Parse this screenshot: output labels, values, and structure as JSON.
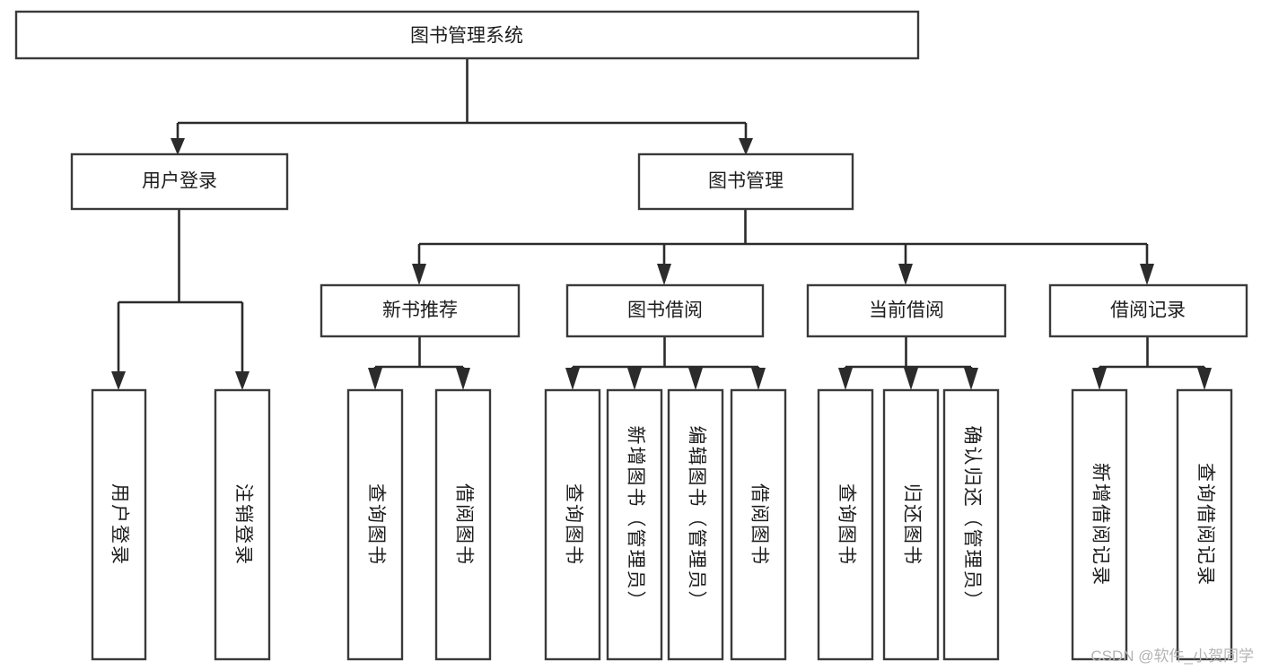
{
  "diagram": {
    "type": "hierarchy-tree",
    "title": "图书管理系统",
    "background_color": "#ffffff",
    "box_stroke_color": "#3a3a3a",
    "connector_color": "#2b2b2b",
    "text_color": "#1d1d1d",
    "levels": 4,
    "root": {
      "id": "root",
      "label": "图书管理系统",
      "orientation": "horizontal"
    },
    "level2": [
      {
        "id": "user-login",
        "label": "用户登录",
        "orientation": "horizontal"
      },
      {
        "id": "book-management",
        "label": "图书管理",
        "orientation": "horizontal"
      }
    ],
    "level3": [
      {
        "id": "new-book-recommend",
        "label": "新书推荐",
        "parent": "book-management",
        "orientation": "horizontal"
      },
      {
        "id": "book-borrow",
        "label": "图书借阅",
        "parent": "book-management",
        "orientation": "horizontal"
      },
      {
        "id": "current-borrow",
        "label": "当前借阅",
        "parent": "book-management",
        "orientation": "horizontal"
      },
      {
        "id": "borrow-record",
        "label": "借阅记录",
        "parent": "book-management",
        "orientation": "horizontal"
      }
    ],
    "leaves": [
      {
        "id": "leaf-user-login",
        "label": "用户登录",
        "parent": "user-login",
        "orientation": "vertical"
      },
      {
        "id": "leaf-logout",
        "label": "注销登录",
        "parent": "user-login",
        "orientation": "vertical"
      },
      {
        "id": "leaf-query-book-1",
        "label": "查询图书",
        "parent": "new-book-recommend",
        "orientation": "vertical"
      },
      {
        "id": "leaf-borrow-book-1",
        "label": "借阅图书",
        "parent": "new-book-recommend",
        "orientation": "vertical"
      },
      {
        "id": "leaf-query-book-2",
        "label": "查询图书",
        "parent": "book-borrow",
        "orientation": "vertical"
      },
      {
        "id": "leaf-add-book",
        "label": "新增图书（管理员）",
        "parent": "book-borrow",
        "orientation": "vertical"
      },
      {
        "id": "leaf-edit-book",
        "label": "编辑图书（管理员）",
        "parent": "book-borrow",
        "orientation": "vertical"
      },
      {
        "id": "leaf-borrow-book-2",
        "label": "借阅图书",
        "parent": "book-borrow",
        "orientation": "vertical"
      },
      {
        "id": "leaf-query-book-3",
        "label": "查询图书",
        "parent": "current-borrow",
        "orientation": "vertical"
      },
      {
        "id": "leaf-return-book",
        "label": "归还图书",
        "parent": "current-borrow",
        "orientation": "vertical"
      },
      {
        "id": "leaf-confirm-return",
        "label": "确认归还（管理员）",
        "parent": "current-borrow",
        "orientation": "vertical"
      },
      {
        "id": "leaf-add-record",
        "label": "新增借阅记录",
        "parent": "borrow-record",
        "orientation": "vertical"
      },
      {
        "id": "leaf-query-record",
        "label": "查询借阅记录",
        "parent": "borrow-record",
        "orientation": "vertical"
      }
    ]
  },
  "watermark": {
    "text": "CSDN @软件_小贺同学"
  }
}
